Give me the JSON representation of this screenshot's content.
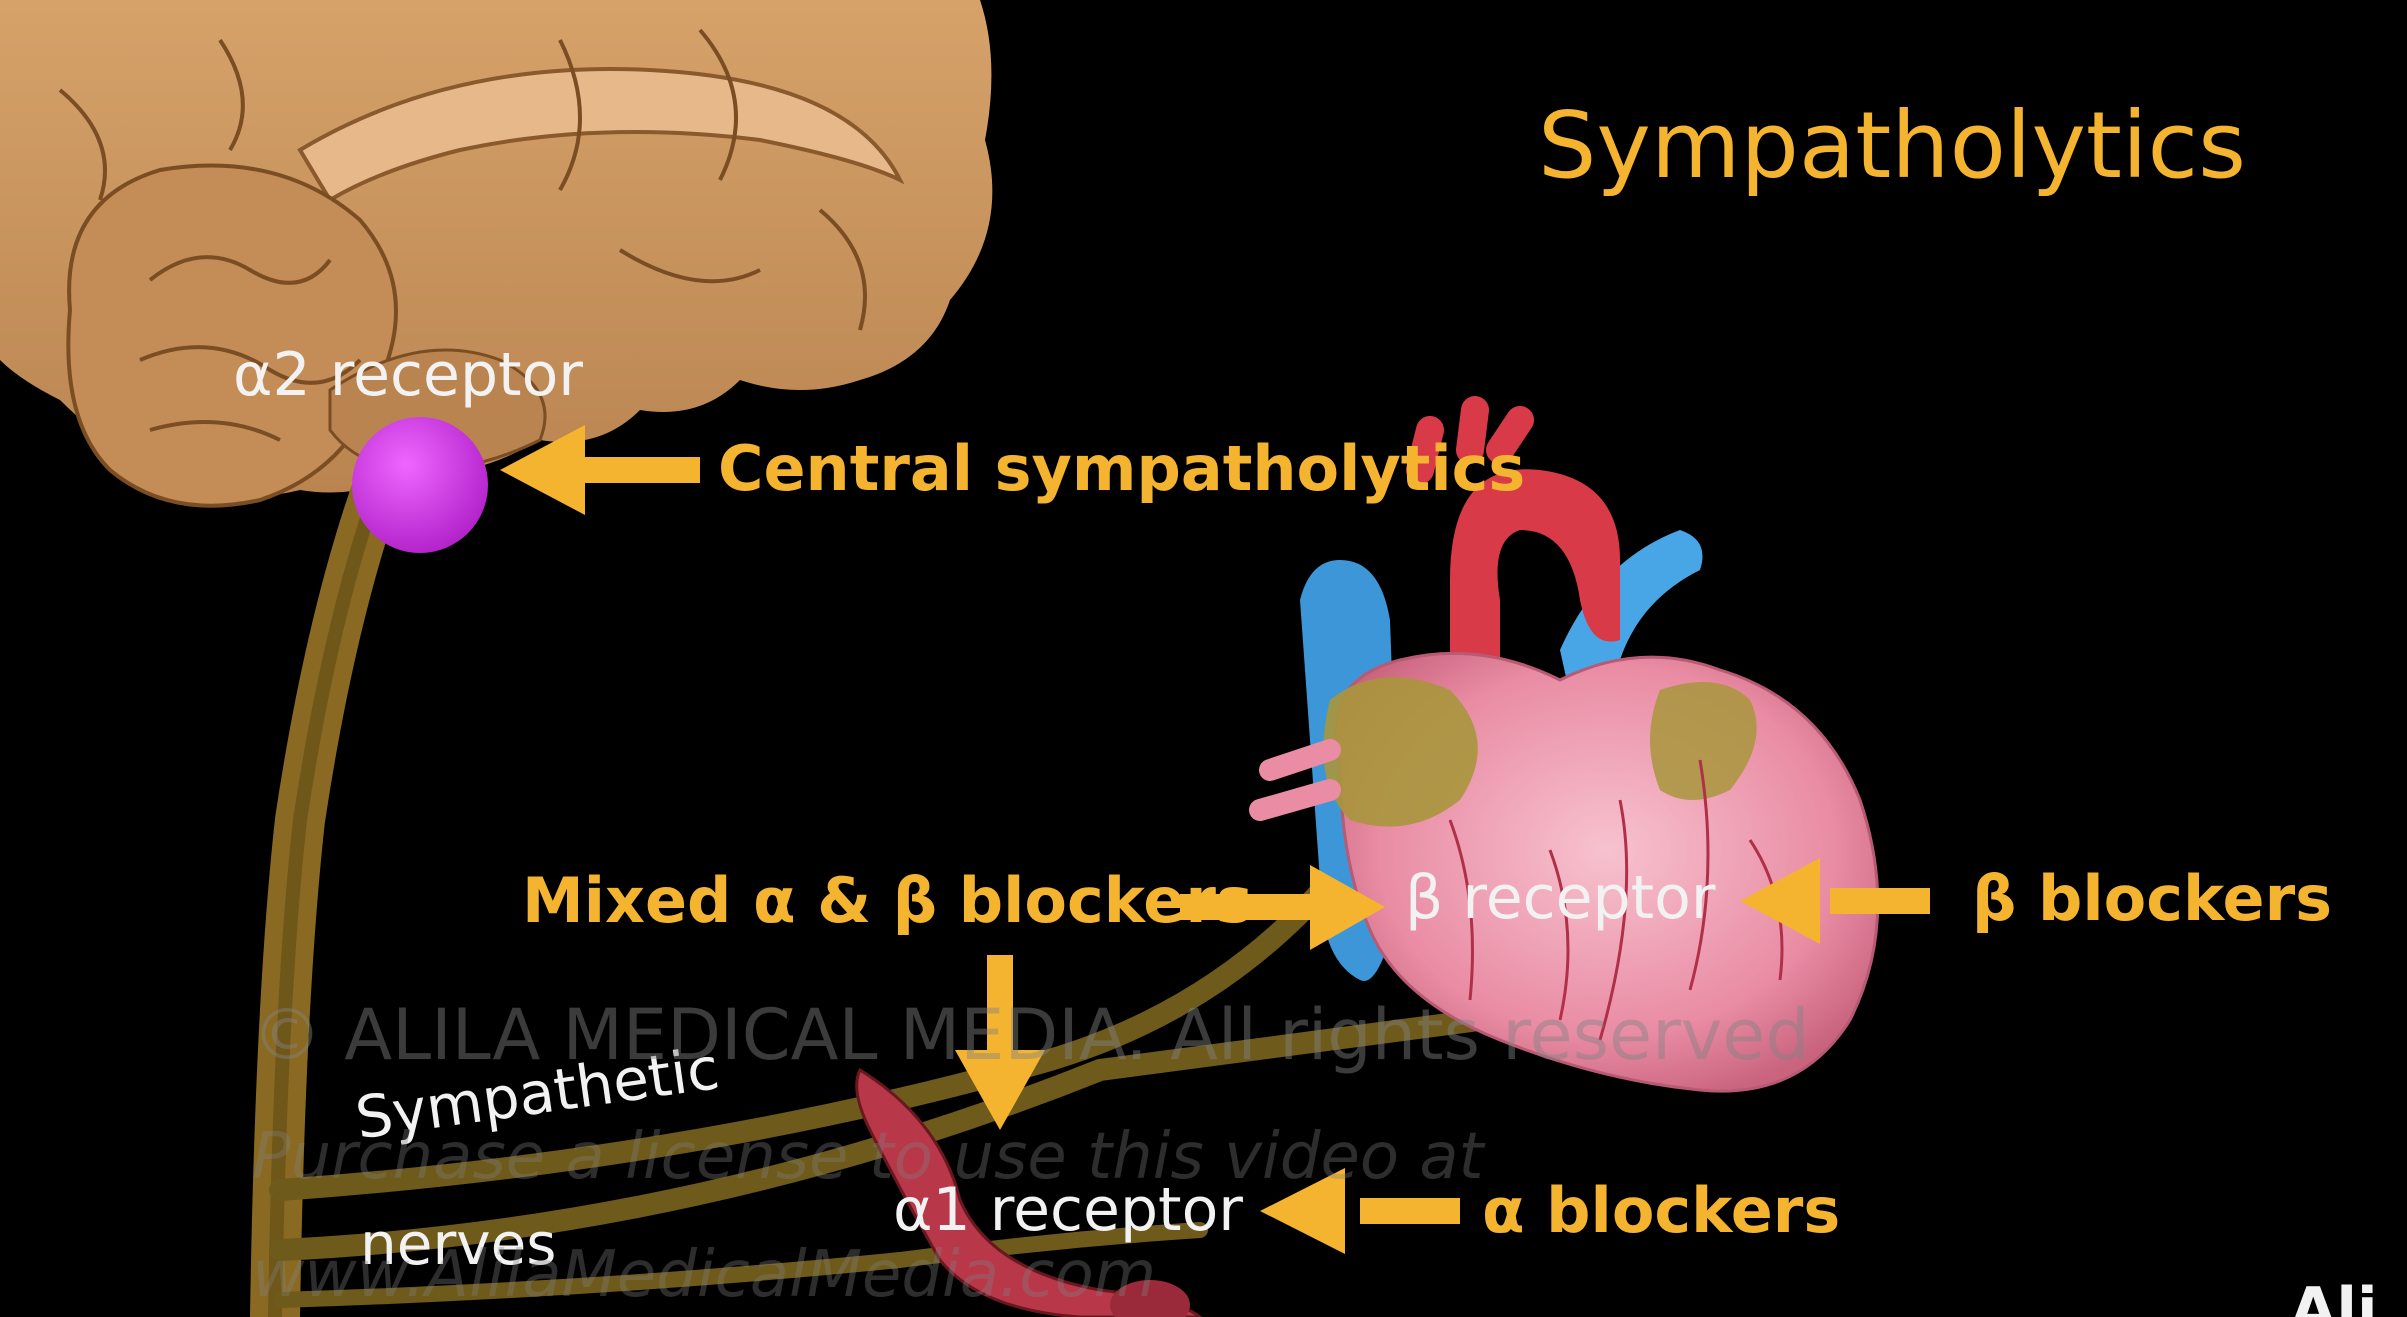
{
  "title": "Sympatholytics",
  "labels": {
    "alpha2_receptor": "α2 receptor",
    "central_sympatholytics": "Central sympatholytics",
    "mixed_blockers": "Mixed α & β blockers",
    "beta_receptor": "β receptor",
    "beta_blockers": "β blockers",
    "alpha1_receptor": "α1 receptor",
    "alpha_blockers": "α blockers",
    "sympathetic": "Sympathetic",
    "nerves": "nerves"
  },
  "watermark": {
    "line1": "© ALILA MEDICAL MEDIA. All rights reserved",
    "line2": "Purchase a license to use this video at",
    "line3": "www.AlilaMedicalMedia.com",
    "corner": "Ali"
  },
  "colors": {
    "background": "#000000",
    "accent": "#f4b42f",
    "receptor": "#cc33dd",
    "brain": "#c8925a",
    "nerve": "#6e5a1a",
    "heart": "#f2a0b4",
    "artery": "#d83a48",
    "vein": "#3fa0e0"
  }
}
